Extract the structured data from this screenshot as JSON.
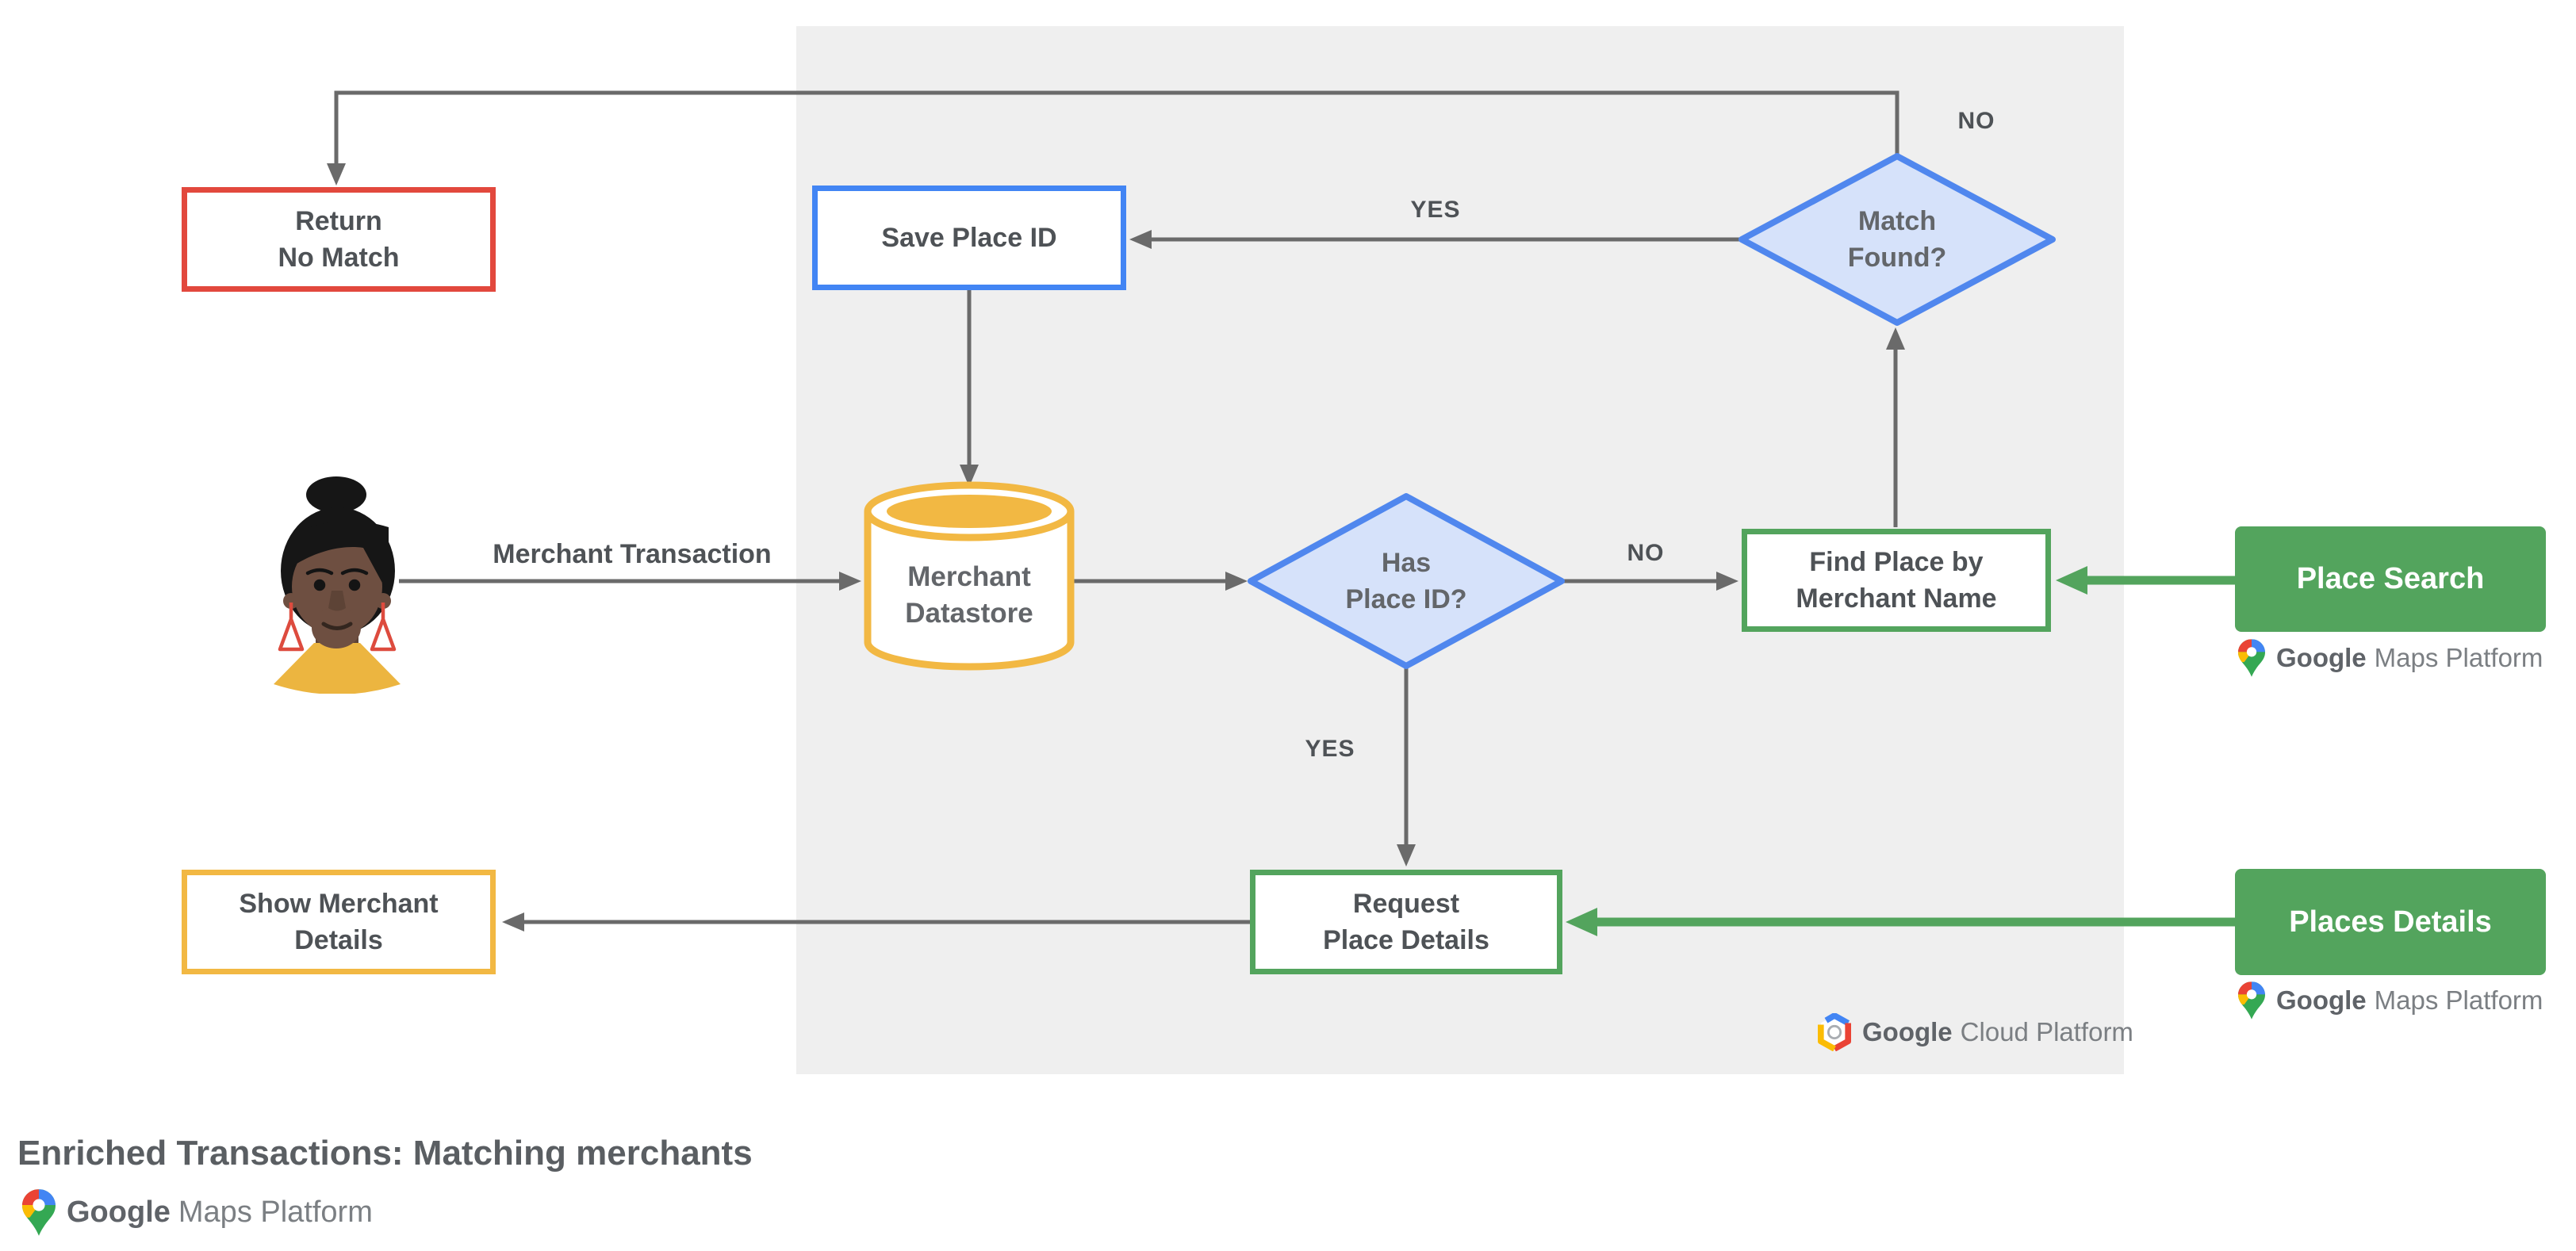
{
  "title": "Enriched Transactions: Matching merchants",
  "actor_label": "Merchant Transaction",
  "nodes": {
    "return_no_match": {
      "line1": "Return",
      "line2": "No Match"
    },
    "save_place_id": {
      "label": "Save Place ID"
    },
    "match_found": {
      "line1": "Match",
      "line2": "Found?"
    },
    "merchant_datastore": {
      "line1": "Merchant",
      "line2": "Datastore"
    },
    "has_place_id": {
      "line1": "Has",
      "line2": "Place ID?"
    },
    "find_place_by_merchant_name": {
      "line1": "Find Place by",
      "line2": "Merchant Name"
    },
    "place_search": {
      "label": "Place Search"
    },
    "request_place_details": {
      "line1": "Request",
      "line2": "Place Details"
    },
    "places_details": {
      "label": "Places Details"
    },
    "show_merchant_details": {
      "line1": "Show Merchant",
      "line2": "Details"
    }
  },
  "edge_labels": {
    "match_found_no": "NO",
    "match_found_yes": "YES",
    "has_place_id_no": "NO",
    "has_place_id_yes": "YES"
  },
  "logos": {
    "google": "Google",
    "maps_platform": "Maps Platform",
    "cloud_platform": "Cloud Platform"
  },
  "colors": {
    "red": "#E2483D",
    "blue": "#4285F4",
    "diamond_border": "#5087EE",
    "diamond_fill": "#D6E2FA",
    "yellow": "#F2B843",
    "green": "#53A45D",
    "panel": "#EFEFEF",
    "arrow": "#6A6A6A",
    "ink": "#4E5256",
    "ink_soft": "#63666A",
    "title": "#5A5E62",
    "logo_dark": "#5F6368",
    "logo_light": "#7B7F83",
    "g_blue": "#4285F4",
    "g_red": "#EA4335",
    "g_yellow": "#FBBC04",
    "g_green": "#34A853",
    "avatar_hair": "#161616",
    "avatar_skin": "#6E4F41",
    "avatar_skin_dark": "#5D4336",
    "avatar_shirt": "#ECB540",
    "avatar_earring": "#DD4B3E"
  }
}
